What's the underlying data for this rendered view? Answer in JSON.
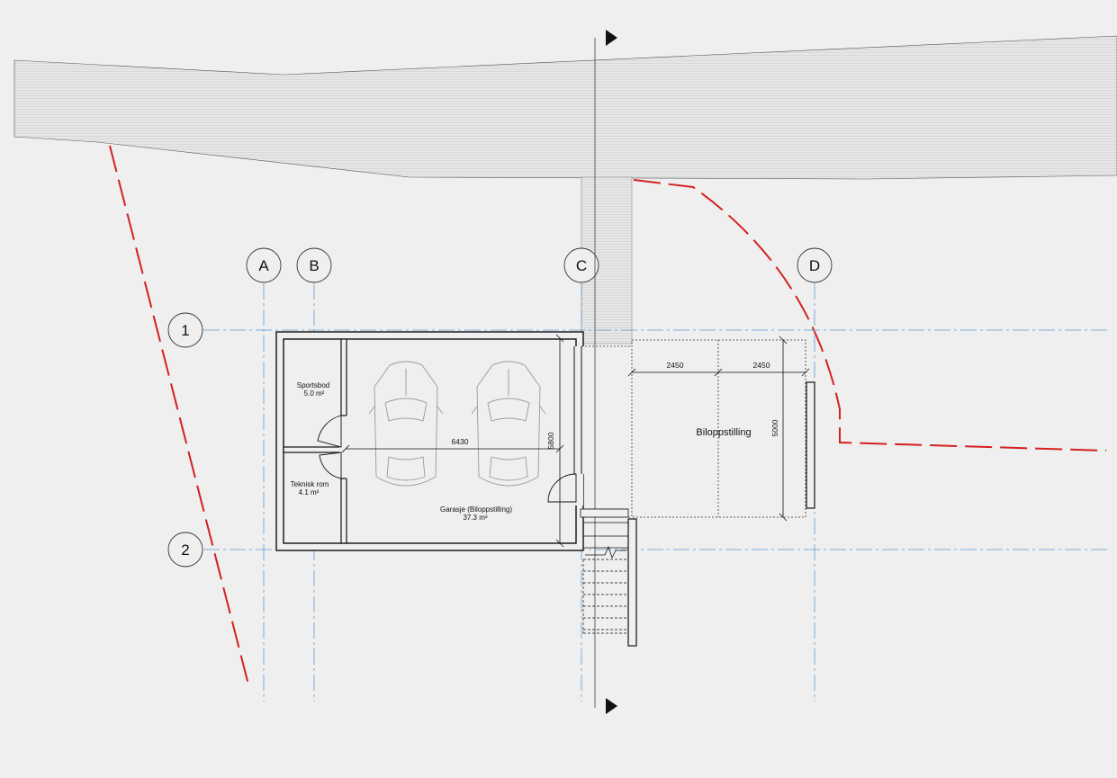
{
  "grid": {
    "columns": [
      "A",
      "B",
      "C",
      "D"
    ],
    "rows": [
      "1",
      "2"
    ]
  },
  "rooms": {
    "sportsbod": {
      "name": "Sportsbod",
      "area": "5.0 m²"
    },
    "teknisk": {
      "name": "Teknisk rom",
      "area": "4.1 m²"
    },
    "garasje": {
      "name": "Garasje (Biloppstilling)",
      "area": "37.3 m²"
    }
  },
  "parking": {
    "label": "Biloppstilling"
  },
  "dimensions": {
    "garage_width": "6430",
    "garage_depth": "5800",
    "parking_bay_1": "2450",
    "parking_bay_2": "2450",
    "parking_depth": "5000"
  },
  "colors": {
    "background": "#efefef",
    "wall": "#111111",
    "grid_line": "#5b9bd5",
    "property_line": "#d42020",
    "road_fill": "#e6e6e6"
  }
}
